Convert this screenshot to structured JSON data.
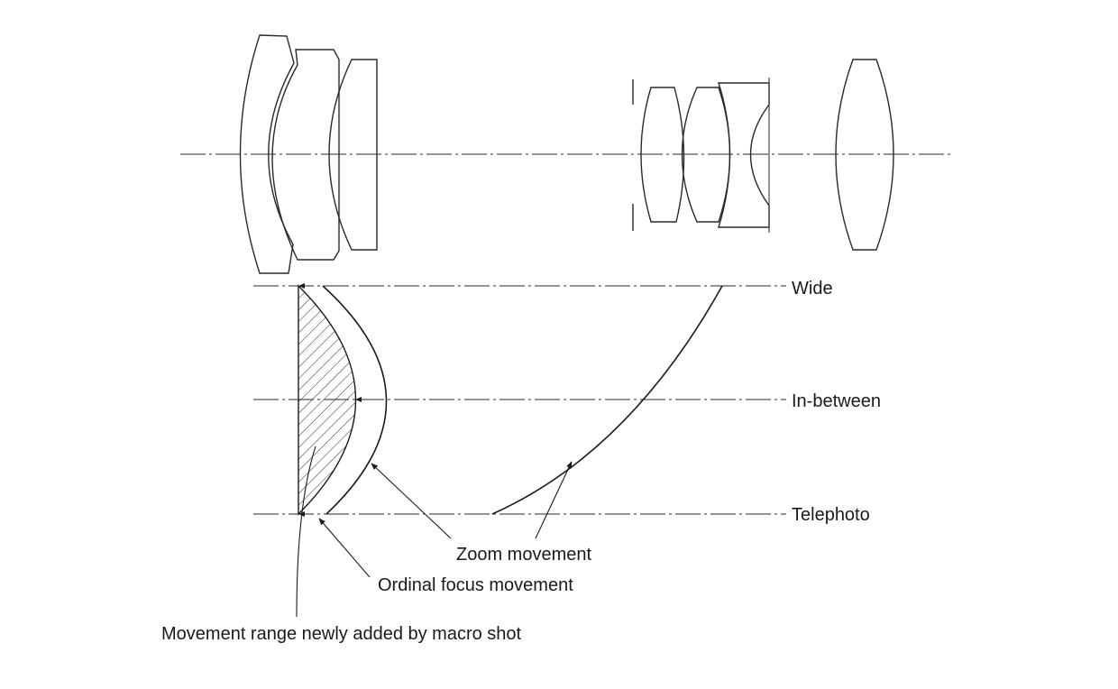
{
  "positions": {
    "wide": "Wide",
    "in_between": "In-between",
    "telephoto": "Telephoto"
  },
  "annotations": {
    "zoom_movement": "Zoom movement",
    "ordinal_focus_movement": "Ordinal focus movement",
    "macro_range": "Movement range newly added by macro shot"
  },
  "colors": {
    "line": "#2a2a2a",
    "text": "#1a1a1a",
    "background": "#ffffff"
  }
}
